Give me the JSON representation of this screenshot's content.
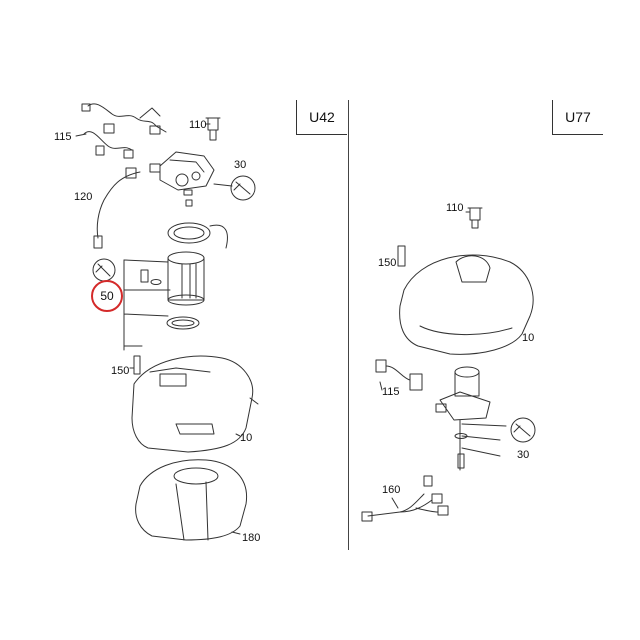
{
  "variants": {
    "left": "U42",
    "right": "U77"
  },
  "left_labels": {
    "p115": "115",
    "p110": "110",
    "p30": "30",
    "p120": "120",
    "p50": "50",
    "p150": "150",
    "p10": "10",
    "p180": "180"
  },
  "right_labels": {
    "p110": "110",
    "p150": "150",
    "p10": "10",
    "p115": "115",
    "p30": "30",
    "p160": "160"
  },
  "colors": {
    "highlight": "#d42a2a",
    "line": "#333333"
  }
}
